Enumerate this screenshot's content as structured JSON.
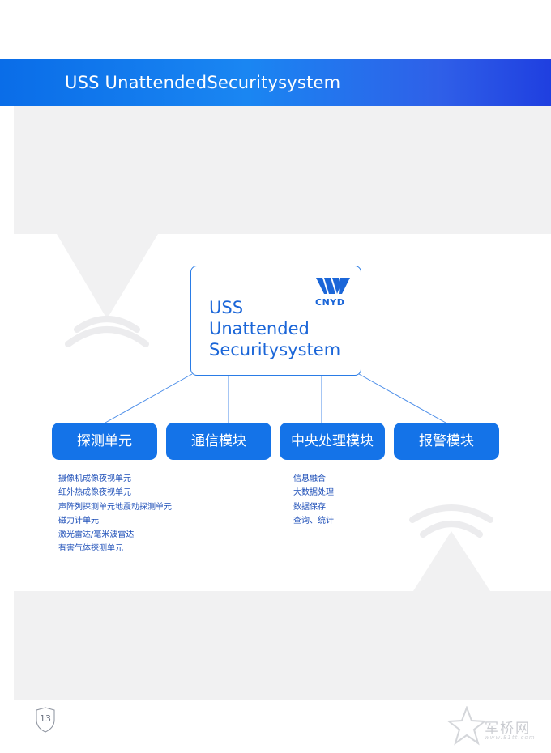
{
  "header": {
    "title": "USS UnattendedSecuritysystem"
  },
  "main_box": {
    "lines": [
      "USS",
      "Unattended",
      "Securitysystem"
    ],
    "logo_text": "CNYD"
  },
  "modules": [
    {
      "label": "探测单元"
    },
    {
      "label": "通信模块"
    },
    {
      "label": "中央处理模块"
    },
    {
      "label": "报警模块"
    }
  ],
  "detection_units": [
    "摄像机成像夜视单元",
    "红外热成像夜视单元",
    "声阵列探测单元地震动探测单元",
    "磁力计单元",
    "激光雷达/毫米波雷达",
    "有害气体探测单元"
  ],
  "central_processing": [
    "信息融合",
    "大数据处理",
    "数据保存",
    "查询、统计"
  ],
  "footer": {
    "page_number": "13"
  },
  "watermark": {
    "text": "军桥网",
    "sub": "www.81tt.com"
  },
  "colors": {
    "accent": "#1473e8",
    "box_border": "#2a7ce6",
    "text_blue": "#1e4fb8",
    "gray_bg": "#f1f1f2"
  }
}
